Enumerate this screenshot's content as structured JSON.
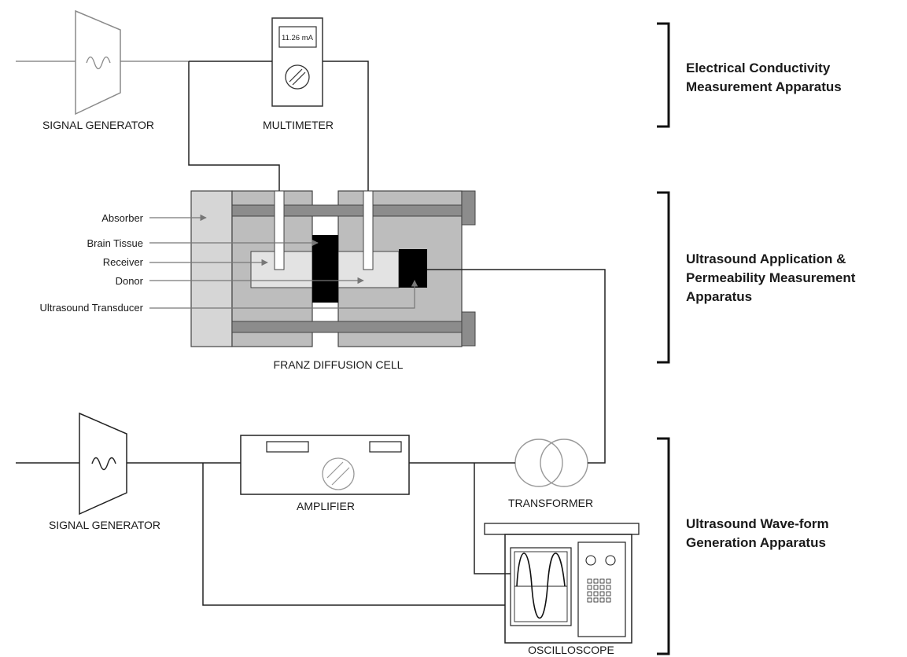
{
  "multimeter": {
    "label": "MULTIMETER",
    "reading": "11.26 mA"
  },
  "signal_generator_top": {
    "label": "SIGNAL GENERATOR"
  },
  "signal_generator_bottom": {
    "label": "SIGNAL GENERATOR"
  },
  "franz_cell": {
    "label": "FRANZ DIFFUSION CELL",
    "parts": [
      "Absorber",
      "Brain Tissue",
      "Receiver",
      "Donor",
      "Ultrasound Transducer"
    ]
  },
  "amplifier": {
    "label": "AMPLIFIER"
  },
  "transformer": {
    "label": "TRANSFORMER"
  },
  "oscilloscope": {
    "label": "OSCILLOSCOPE"
  },
  "sections": {
    "electrical": [
      "Electrical Conductivity",
      "Measurement Apparatus"
    ],
    "ultrasound_app": [
      "Ultrasound Application &",
      "Permeability Measurement",
      "Apparatus"
    ],
    "waveform": [
      "Ultrasound Wave-form",
      "Generation Apparatus"
    ]
  },
  "colors": {
    "cell_light": "#d6d6d6",
    "cell_mid": "#bdbdbd",
    "cell_dark": "#8c8c8c",
    "tissue": "#000000",
    "faded": "#9a9a9a"
  }
}
